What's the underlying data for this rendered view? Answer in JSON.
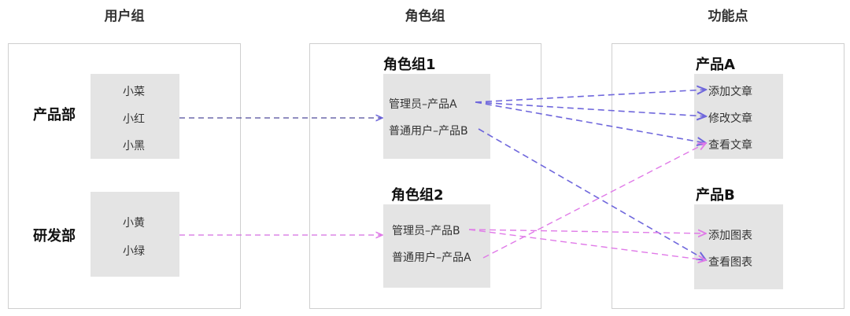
{
  "columns": {
    "users": "用户组",
    "roles": "角色组",
    "features": "功能点"
  },
  "departments": {
    "product": {
      "name": "产品部",
      "members": [
        "小菜",
        "小红",
        "小黑"
      ]
    },
    "rnd": {
      "name": "研发部",
      "members": [
        "小黄",
        "小绿"
      ]
    }
  },
  "role_groups": {
    "group1": {
      "name": "角色组1",
      "roles": [
        "管理员–产品A",
        "普通用户–产品B"
      ]
    },
    "group2": {
      "name": "角色组2",
      "roles": [
        "管理员–产品B",
        "普通用户–产品A"
      ]
    }
  },
  "products": {
    "a": {
      "name": "产品A",
      "features": [
        "添加文章",
        "修改文章",
        "查看文章"
      ]
    },
    "b": {
      "name": "产品B",
      "features": [
        "添加图表",
        "查看图表"
      ]
    }
  },
  "colors": {
    "blue_arrow": "#6f67dc",
    "pink_arrow": "#e07ae8",
    "panel_border": "#cfcfcf",
    "box_fill": "#e4e4e4"
  }
}
